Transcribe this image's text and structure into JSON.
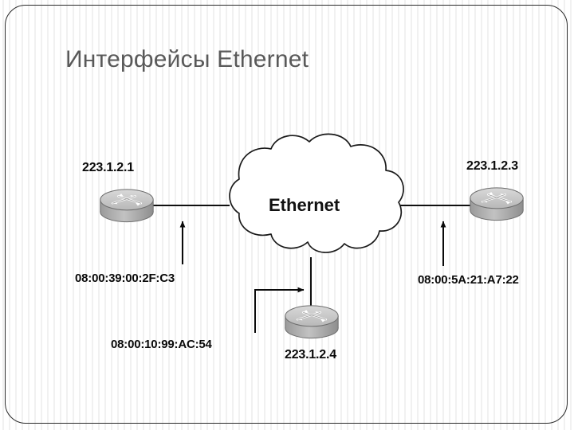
{
  "slide": {
    "title": "Интерфейсы Ethernet",
    "background": "#ffffff",
    "title_color": "#595959",
    "frame_color": "#2b2b2b"
  },
  "diagram": {
    "type": "network-topology",
    "cloud": {
      "label": "Ethernet",
      "fill": "#ffffff",
      "stroke": "#1a1a1a"
    },
    "nodes": [
      {
        "id": "router-left",
        "icon": "router-icon",
        "ip": "223.1.2.1",
        "mac": "08:00:39:00:2F:C3",
        "position": "left"
      },
      {
        "id": "router-right",
        "icon": "router-icon",
        "ip": "223.1.2.3",
        "mac": "08:00:5A:21:A7:22",
        "position": "right"
      },
      {
        "id": "router-bottom",
        "icon": "router-icon",
        "ip": "223.1.2.4",
        "mac": "08:00:10:99:AC:54",
        "position": "bottom"
      }
    ],
    "links": [
      {
        "from": "router-left",
        "to": "cloud",
        "orientation": "horizontal"
      },
      {
        "from": "router-right",
        "to": "cloud",
        "orientation": "horizontal"
      },
      {
        "from": "router-bottom",
        "to": "cloud",
        "orientation": "vertical"
      }
    ],
    "annotations": [
      {
        "id": "arrow-left",
        "shape": "arrow-up",
        "target": "link-left"
      },
      {
        "id": "arrow-right",
        "shape": "arrow-up",
        "target": "link-right"
      },
      {
        "id": "arrow-bottom",
        "shape": "arrow-elbow",
        "target": "link-bottom"
      }
    ]
  }
}
